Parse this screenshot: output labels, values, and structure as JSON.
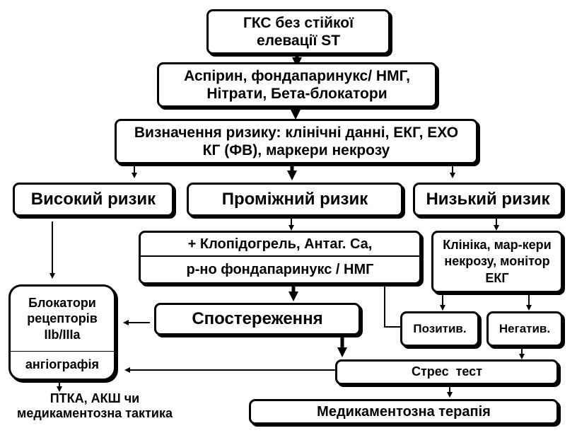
{
  "boxes": {
    "acs": "ГКС без стійкої елевації ST",
    "initial_therapy": "Аспірин, фондапаринукс/ НМГ, Нітрати, Бета-блокатори",
    "risk_assessment": "Визначення ризику: клінічні данні, ЕКГ, ЕХО КГ (ФВ), маркери некрозу",
    "high_risk": "Високий ризик",
    "intermediate_risk": "Проміжний ризик",
    "low_risk": "Низький ризик",
    "clopidogrel_top": "+  Клопідогрель, Антаг. Са,",
    "clopidogrel_bottom": "р-но фондапаринукс / НМГ",
    "low_risk_monitor": "Клініка, мар-кери некрозу, монітор ЕКГ",
    "receptor_blockers": "Блокатори рецепторів IIb/IIIa",
    "angiography": "ангіографія",
    "observation": "Спостереження",
    "positive": "Позитив.",
    "negative": "Негатив.",
    "stress_test": "Стрес  тест",
    "drug_therapy": "Медикаментозна терапія"
  },
  "outcome": {
    "line1": "ПТКА, АКШ чи",
    "line2": "медикаментозна тактика"
  }
}
